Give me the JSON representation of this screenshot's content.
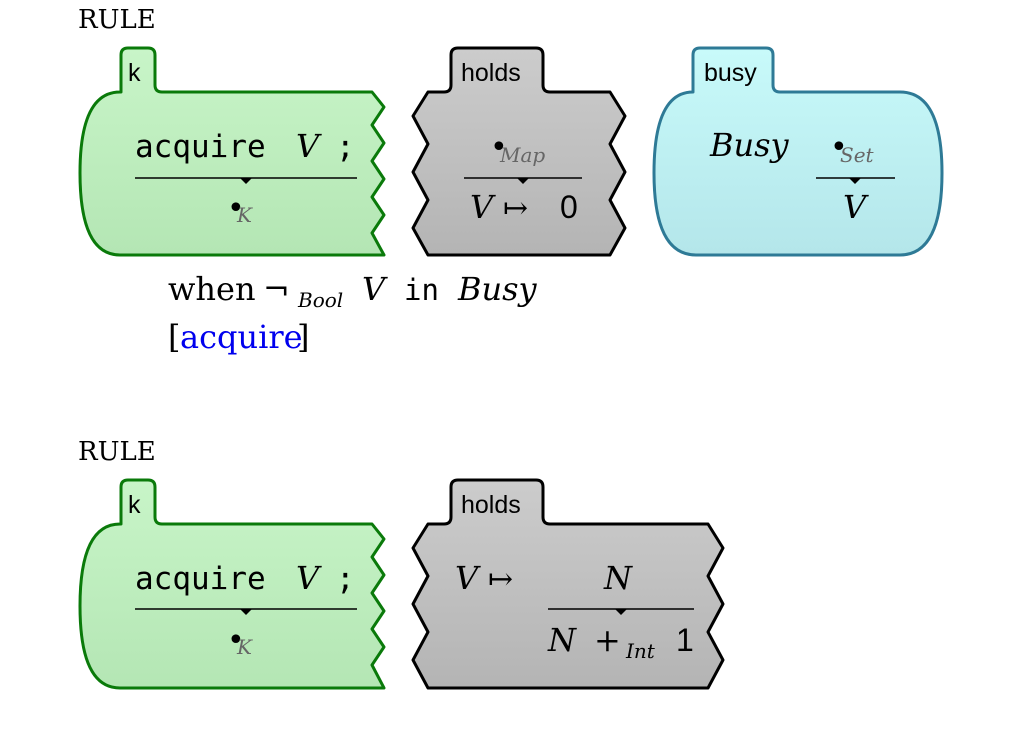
{
  "rules": [
    {
      "heading": "RULE",
      "cells": {
        "k": {
          "name": "k",
          "top_code": "acquire",
          "top_var": "V",
          "top_semi": ";",
          "bottom_dot": "•",
          "bottom_sub": "K"
        },
        "holds": {
          "name": "holds",
          "top_dot": "•",
          "top_sub": "Map",
          "bottom_var": "V",
          "bottom_arrow": "↦",
          "bottom_num": "0"
        },
        "busy": {
          "name": "busy",
          "set_name": "Busy",
          "top_dot": "•",
          "top_sub": "Set",
          "bottom_var": "V"
        }
      },
      "side_condition": {
        "when": "when",
        "neg": "¬",
        "neg_sub": "Bool",
        "var": "V",
        "in_kw": "in",
        "set_name": "Busy"
      },
      "attribute": {
        "open": "[",
        "label": "acquire",
        "close": "]"
      }
    },
    {
      "heading": "RULE",
      "cells": {
        "k": {
          "name": "k",
          "top_code": "acquire",
          "top_var": "V",
          "top_semi": ";",
          "bottom_dot": "•",
          "bottom_sub": "K"
        },
        "holds": {
          "name": "holds",
          "key_var": "V",
          "arrow": "↦",
          "top_var": "N",
          "bottom_var": "N",
          "plus": "+",
          "plus_sub": "Int",
          "bottom_num": "1"
        }
      }
    }
  ],
  "colors": {
    "k_fill_top": "#c8f5c8",
    "k_fill_bottom": "#b4e6b4",
    "k_stroke": "#0a7a0a",
    "holds_fill_top": "#cccccc",
    "holds_fill_bottom": "#b4b4b4",
    "holds_stroke": "#000000",
    "busy_fill_top": "#c8fafa",
    "busy_fill_bottom": "#b4e6ea",
    "busy_stroke": "#2e7a96",
    "subscript_gray": "#666666",
    "attribute_blue": "#0000ee"
  }
}
